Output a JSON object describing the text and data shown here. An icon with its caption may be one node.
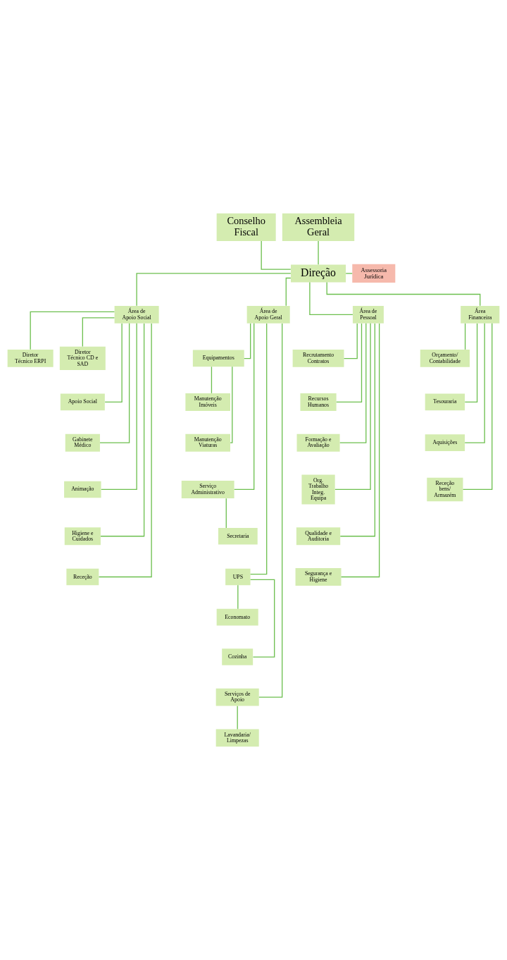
{
  "diagram": {
    "nodes": [
      {
        "text": [
          "Assembleia Geral"
        ]
      },
      {
        "text": [
          "Conselho Fiscal"
        ]
      },
      {
        "text": [
          "Direção"
        ]
      },
      {
        "text": [
          "Assessoria Jurídica"
        ]
      },
      {
        "text": [
          "Área de Apoio Social"
        ]
      },
      {
        "text": [
          "Área de Apoio Geral"
        ]
      },
      {
        "text": [
          "Área de Pessoal"
        ]
      },
      {
        "text": [
          "Área Financeira"
        ]
      },
      {
        "text": [
          "Diretor Técnico ERPI"
        ]
      },
      {
        "text": [
          "Diretor Técnico CD e SAD"
        ]
      },
      {
        "text": [
          "Apoio Social"
        ]
      },
      {
        "text": [
          "Gabinete Médico"
        ]
      },
      {
        "text": [
          "Animação"
        ]
      },
      {
        "text": [
          "Higiene e Cuidados"
        ]
      },
      {
        "text": [
          "Receção"
        ]
      },
      {
        "text": [
          "Equipamentos"
        ]
      },
      {
        "text": [
          "Manutenção Imóveis"
        ]
      },
      {
        "text": [
          "Manutenção Viaturas"
        ]
      },
      {
        "text": [
          "Serviço Administrativo"
        ]
      },
      {
        "text": [
          "Secretaria"
        ]
      },
      {
        "text": [
          "UPS"
        ]
      },
      {
        "text": [
          "Economato"
        ]
      },
      {
        "text": [
          "Cozinha"
        ]
      },
      {
        "text": [
          "Serviços de Apoio"
        ]
      },
      {
        "text": [
          "Lavandaria/ Limpezas"
        ]
      },
      {
        "text": [
          "Recrutamento Contratos"
        ]
      },
      {
        "text": [
          "Recursos Humanos"
        ]
      },
      {
        "text": [
          "Formação e Avaliação"
        ]
      },
      {
        "text": [
          "Org. Trabalho Integ. Equipa"
        ]
      },
      {
        "text": [
          "Qualidade e Auditoria"
        ]
      },
      {
        "text": [
          "Segurança e Higiene"
        ]
      },
      {
        "text": [
          "Orçamento/ Contabilidade"
        ]
      },
      {
        "text": [
          "Tesouraria"
        ]
      },
      {
        "text": [
          "Aquisições"
        ]
      },
      {
        "text": [
          "Receção bens/ Armazém"
        ]
      }
    ],
    "edges": [
      {
        "from": 0,
        "to": 2,
        "arrow": "none"
      },
      {
        "from": 1,
        "to": 2,
        "arrow": "none"
      },
      {
        "from": 2,
        "to": 3,
        "arrow": "none"
      },
      {
        "from": 2,
        "to": 4,
        "arrow": "none"
      },
      {
        "from": 2,
        "to": 5,
        "arrow": "none"
      },
      {
        "from": 2,
        "to": 6,
        "arrow": "none"
      },
      {
        "from": 2,
        "to": 7,
        "arrow": "none"
      },
      {
        "from": 4,
        "to": 8,
        "arrow": "none"
      },
      {
        "from": 4,
        "to": 9,
        "arrow": "none"
      },
      {
        "from": 4,
        "to": 10,
        "arrow": "none"
      },
      {
        "from": 4,
        "to": 11,
        "arrow": "none"
      },
      {
        "from": 4,
        "to": 12,
        "arrow": "none"
      },
      {
        "from": 4,
        "to": 13,
        "arrow": "none"
      },
      {
        "from": 4,
        "to": 14,
        "arrow": "none"
      },
      {
        "from": 5,
        "to": 15,
        "arrow": "none"
      },
      {
        "from": 15,
        "to": 16,
        "arrow": "none"
      },
      {
        "from": 15,
        "to": 17,
        "arrow": "none"
      },
      {
        "from": 5,
        "to": 18,
        "arrow": "none"
      },
      {
        "from": 18,
        "to": 19,
        "arrow": "none"
      },
      {
        "from": 5,
        "to": 20,
        "arrow": "none"
      },
      {
        "from": 20,
        "to": 21,
        "arrow": "none"
      },
      {
        "from": 20,
        "to": 22,
        "arrow": "none"
      },
      {
        "from": 5,
        "to": 23,
        "arrow": "none"
      },
      {
        "from": 23,
        "to": 24,
        "arrow": "none"
      },
      {
        "from": 6,
        "to": 25,
        "arrow": "none"
      },
      {
        "from": 6,
        "to": 26,
        "arrow": "none"
      },
      {
        "from": 6,
        "to": 27,
        "arrow": "none"
      },
      {
        "from": 6,
        "to": 28,
        "arrow": "none"
      },
      {
        "from": 6,
        "to": 29,
        "arrow": "none"
      },
      {
        "from": 6,
        "to": 30,
        "arrow": "none"
      },
      {
        "from": 7,
        "to": 31,
        "arrow": "none"
      },
      {
        "from": 7,
        "to": 32,
        "arrow": "none"
      },
      {
        "from": 7,
        "to": 33,
        "arrow": "none"
      },
      {
        "from": 7,
        "to": 34,
        "arrow": "none"
      }
    ]
  }
}
